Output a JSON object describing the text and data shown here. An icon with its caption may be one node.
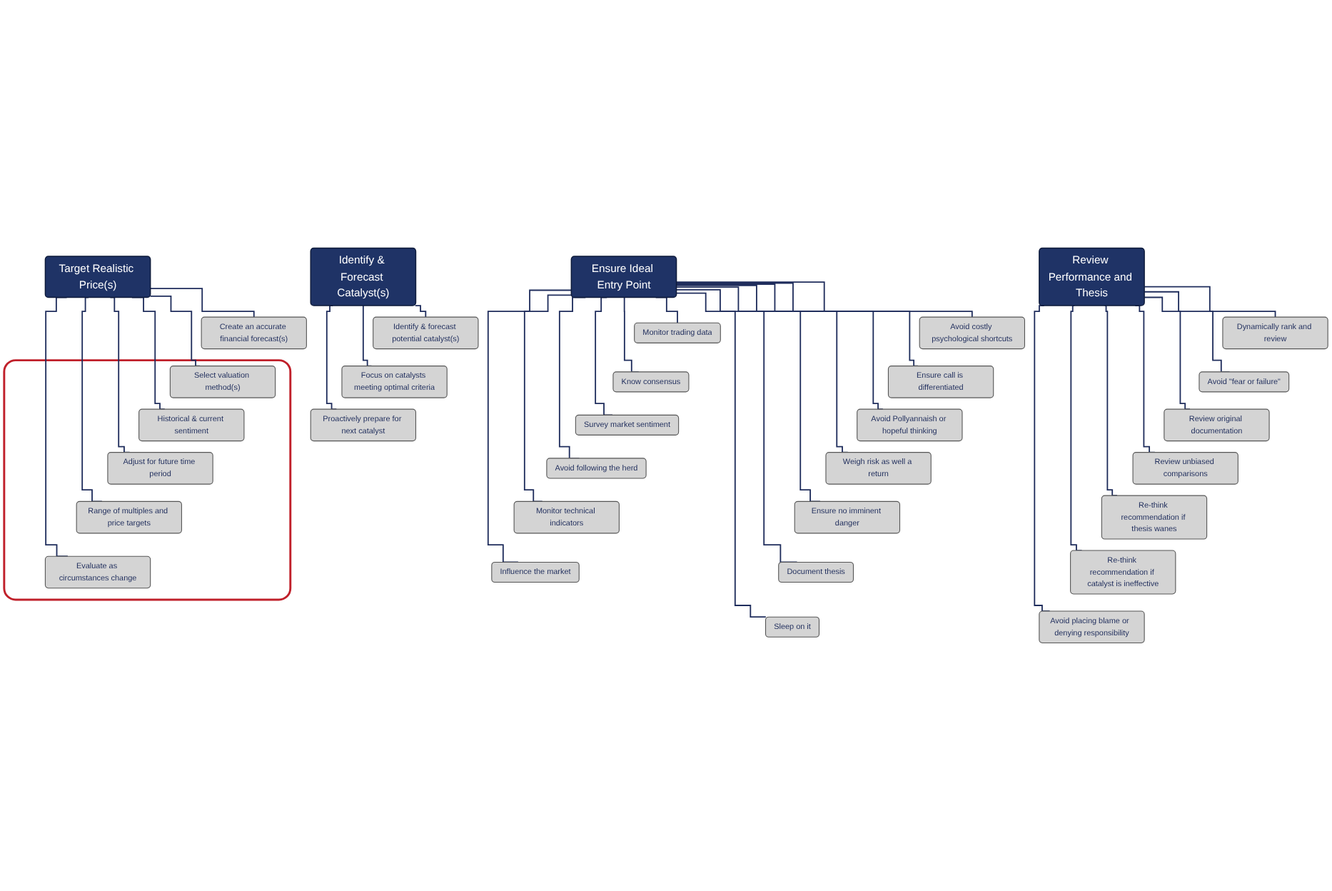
{
  "diagram": {
    "nodes": [
      {
        "text": [
          "Target Realistic Price(s)"
        ]
      },
      {
        "text": [
          "Create an accurate financial forecast(s)"
        ]
      },
      {
        "text": [],
        "shape": "box"
      },
      {
        "text": [
          "Select valuation method(s)"
        ],
        "in": 2
      },
      {
        "text": [
          "Historical & current sentiment"
        ],
        "in": 2
      },
      {
        "text": [
          "Adjust for future time period"
        ],
        "in": 2
      },
      {
        "text": [
          "Range of multiples and price targets"
        ],
        "in": 2
      },
      {
        "text": [
          "Evaluate as circumstances change"
        ],
        "in": 2
      },
      {
        "text": [
          "Identify & Forecast Catalyst(s)"
        ]
      },
      {
        "text": [
          "Identify & forecast potential catalyst(s)"
        ]
      },
      {
        "text": [
          "Focus on catalysts meeting optimal criteria"
        ]
      },
      {
        "text": [
          "Proactively prepare for next catalyst"
        ]
      },
      {
        "text": [
          "Ensure Ideal Entry Point"
        ]
      },
      {
        "text": [
          "Avoid costly psychological shortcuts"
        ]
      },
      {
        "text": [
          "Ensure call is differentiated"
        ]
      },
      {
        "text": [
          "Avoid Pollyannaish or hopeful thinking"
        ]
      },
      {
        "text": [
          "Weigh risk as well a return"
        ]
      },
      {
        "text": [
          "Ensure no imminent danger"
        ]
      },
      {
        "text": [
          "Document thesis"
        ]
      },
      {
        "text": [
          "Sleep on it"
        ]
      },
      {
        "text": [
          "Monitor trading data"
        ]
      },
      {
        "text": [
          "Know consensus"
        ]
      },
      {
        "text": [
          "Survey market sentiment"
        ]
      },
      {
        "text": [
          "Avoid following the herd"
        ]
      },
      {
        "text": [
          "Monitor technical indicators"
        ]
      },
      {
        "text": [
          "Influence the market"
        ]
      },
      {
        "text": [
          "Review Performance and Thesis"
        ]
      },
      {
        "text": [
          "Dynamically rank and review"
        ]
      },
      {
        "text": [
          "Avoid \"fear or failure\""
        ]
      },
      {
        "text": [
          "Review original documentation"
        ]
      },
      {
        "text": [
          "Review unbiased comparisons"
        ]
      },
      {
        "text": [
          "Re-think recommendation if thesis wanes"
        ]
      },
      {
        "text": [
          "Re-think recommendation if catalyst is ineffective"
        ]
      },
      {
        "text": [
          "Avoid placing blame or  denying responsibility"
        ]
      }
    ],
    "edges": [
      {
        "from": 0,
        "to": 1,
        "arrow": "none"
      },
      {
        "from": 0,
        "to": 3,
        "arrow": "none"
      },
      {
        "from": 0,
        "to": 4,
        "arrow": "none"
      },
      {
        "from": 0,
        "to": 5,
        "arrow": "none"
      },
      {
        "from": 0,
        "to": 6,
        "arrow": "none"
      },
      {
        "from": 0,
        "to": 7,
        "arrow": "none"
      },
      {
        "from": 8,
        "to": 9,
        "arrow": "none"
      },
      {
        "from": 8,
        "to": 10,
        "arrow": "none"
      },
      {
        "from": 8,
        "to": 11,
        "arrow": "none"
      },
      {
        "from": 12,
        "to": 13,
        "arrow": "none"
      },
      {
        "from": 12,
        "to": 14,
        "arrow": "none"
      },
      {
        "from": 12,
        "to": 15,
        "arrow": "none"
      },
      {
        "from": 12,
        "to": 16,
        "arrow": "none"
      },
      {
        "from": 12,
        "to": 17,
        "arrow": "none"
      },
      {
        "from": 12,
        "to": 18,
        "arrow": "none"
      },
      {
        "from": 12,
        "to": 19,
        "arrow": "none"
      },
      {
        "from": 12,
        "to": 20,
        "arrow": "none"
      },
      {
        "from": 12,
        "to": 21,
        "arrow": "none"
      },
      {
        "from": 12,
        "to": 22,
        "arrow": "none"
      },
      {
        "from": 12,
        "to": 23,
        "arrow": "none"
      },
      {
        "from": 12,
        "to": 24,
        "arrow": "none"
      },
      {
        "from": 12,
        "to": 25,
        "arrow": "none"
      },
      {
        "from": 26,
        "to": 27,
        "arrow": "none"
      },
      {
        "from": 26,
        "to": 28,
        "arrow": "none"
      },
      {
        "from": 26,
        "to": 29,
        "arrow": "none"
      },
      {
        "from": 26,
        "to": 30,
        "arrow": "none"
      },
      {
        "from": 26,
        "to": 31,
        "arrow": "none"
      },
      {
        "from": 26,
        "to": 32,
        "arrow": "none"
      },
      {
        "from": 26,
        "to": 33,
        "arrow": "none"
      }
    ]
  }
}
